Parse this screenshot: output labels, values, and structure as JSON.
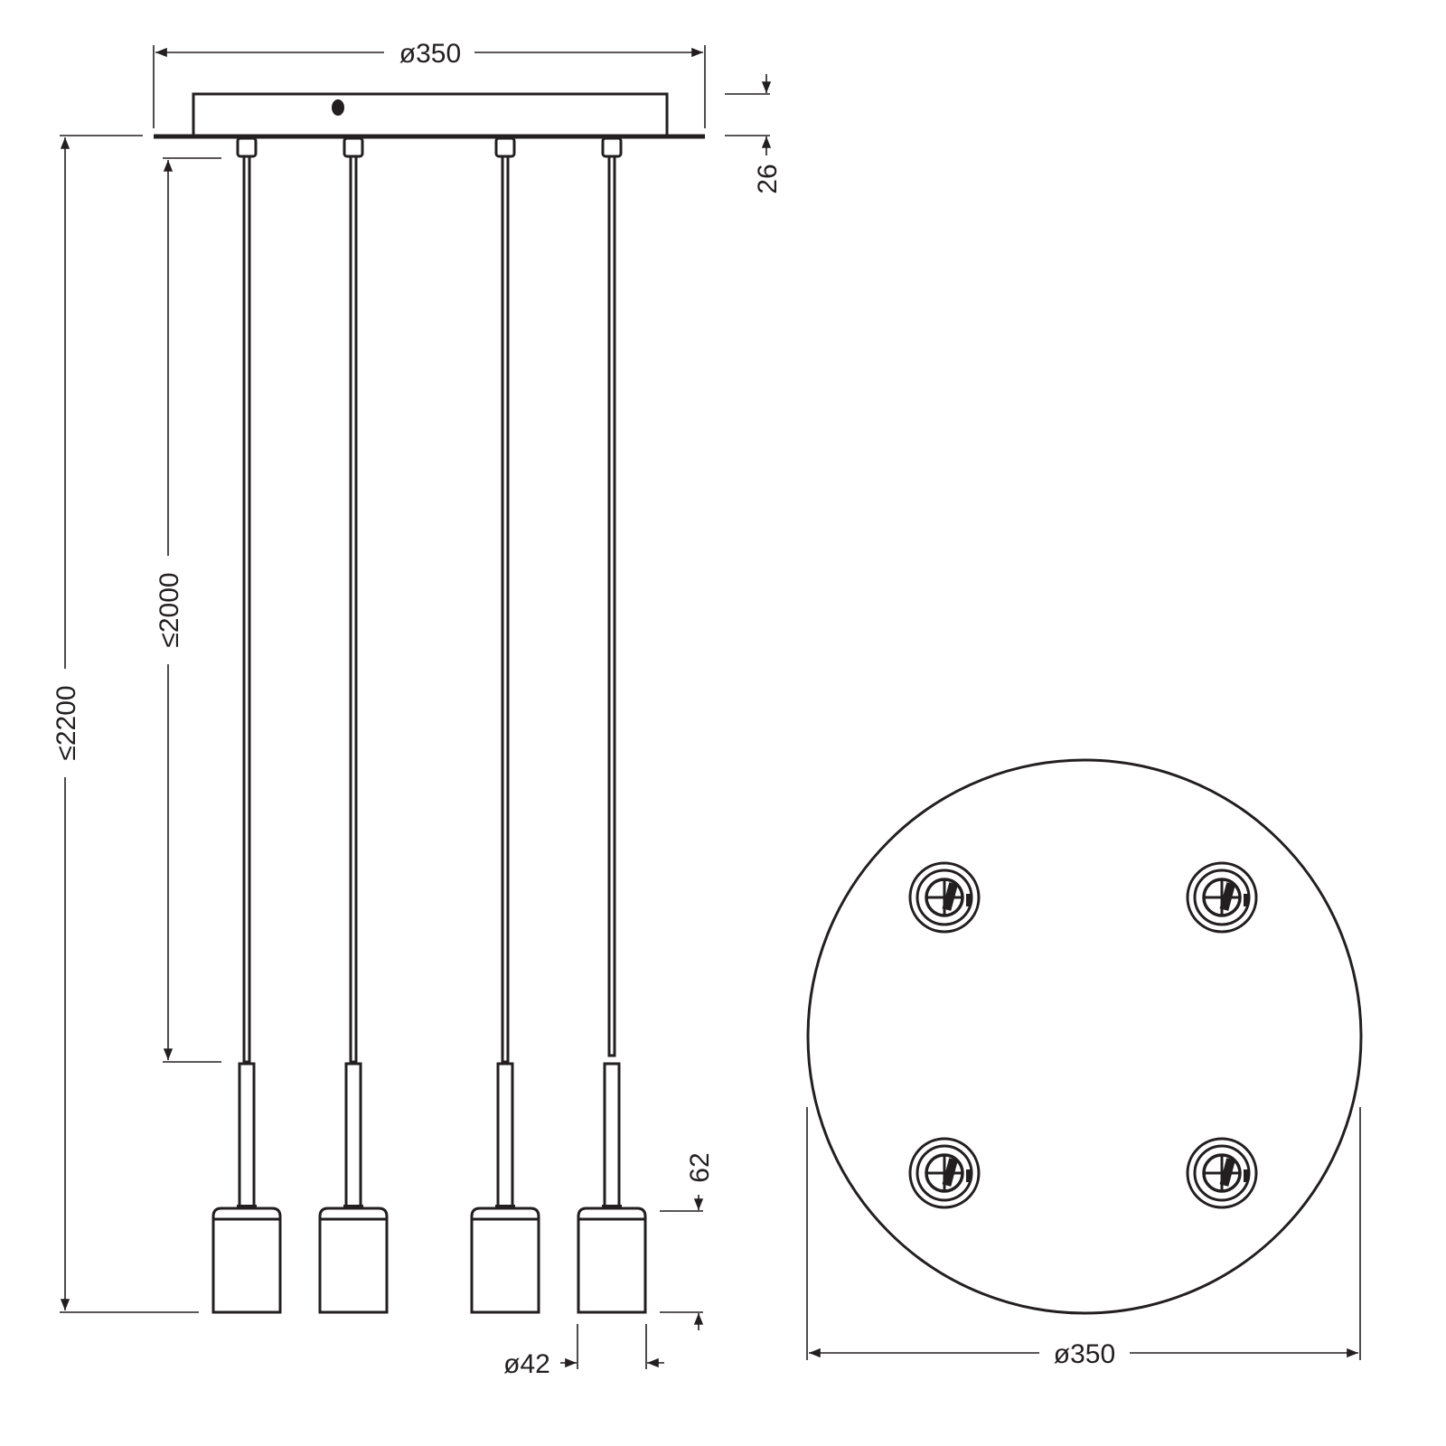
{
  "drawing": {
    "colors": {
      "line": "#231f20",
      "background": "#ffffff"
    },
    "side_view": {
      "canopy_diameter_label": "ø350",
      "canopy_height_label": "26",
      "total_height_label": "≤2200",
      "cable_length_label": "≤2000",
      "shade_height_label": "62",
      "shade_diameter_label": "ø42",
      "pendant_count": 4
    },
    "top_view": {
      "canopy_diameter_label": "ø350",
      "socket_count": 4
    }
  }
}
